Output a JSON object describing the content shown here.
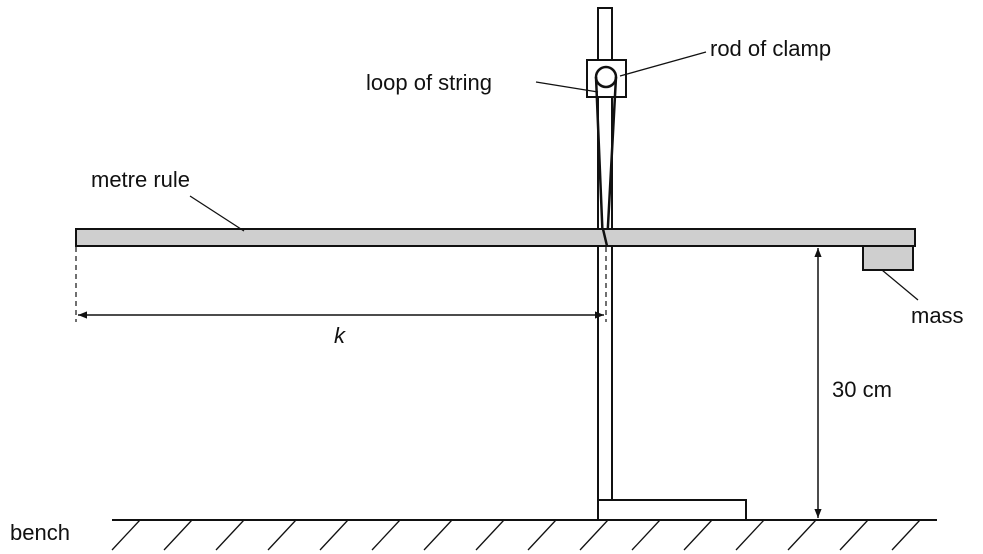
{
  "labels": {
    "rod_of_clamp": "rod of clamp",
    "loop_of_string": "loop of string",
    "metre_rule": "metre rule",
    "mass": "mass",
    "k": "k",
    "height": "30 cm",
    "bench": "bench"
  },
  "colors": {
    "line": "#111111",
    "rule_fill": "#cfcfcf",
    "mass_fill": "#cfcfcf"
  }
}
